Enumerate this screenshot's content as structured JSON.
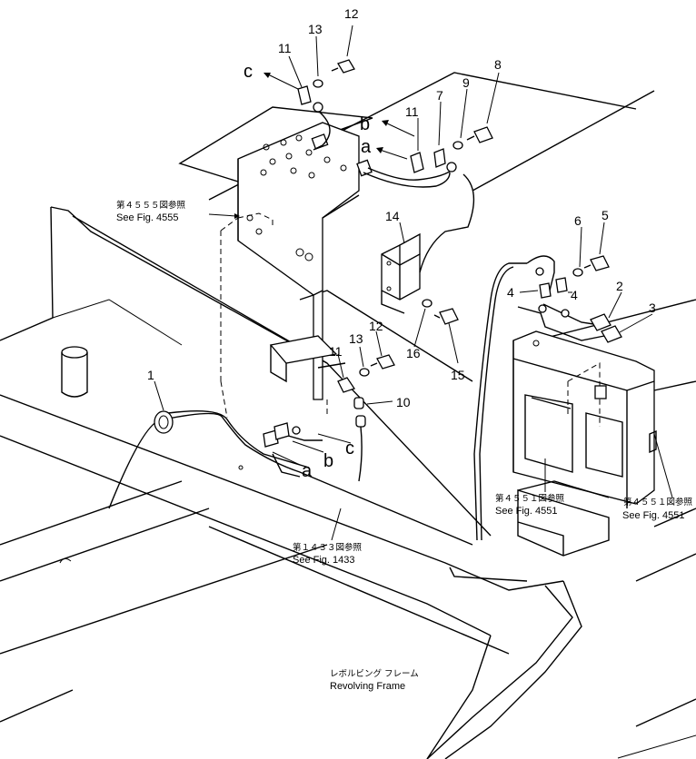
{
  "callouts": {
    "c1": "1",
    "c2": "2",
    "c3": "3",
    "c4a": "4",
    "c4b": "4",
    "c5": "5",
    "c6": "6",
    "c7": "7",
    "c8": "8",
    "c9": "9",
    "c10": "10",
    "c11a": "11",
    "c11b": "11",
    "c11c": "11",
    "c12a": "12",
    "c12b": "12",
    "c13a": "13",
    "c13b": "13",
    "c14": "14",
    "c15": "15",
    "c16": "16"
  },
  "letters": {
    "c_top": "c",
    "b_top": "b",
    "a_top": "a",
    "c_bottom": "c",
    "b_bottom": "b",
    "a_bottom": "a"
  },
  "references": {
    "fig4555_jp": "第４５５５図参照",
    "fig4555_en": "See Fig. 4555",
    "fig1433_jp": "第１４３３図参照",
    "fig1433_en": "See Fig. 1433",
    "fig4551a_jp": "第４５５１図参照",
    "fig4551a_en": "See Fig. 4551",
    "fig4551b_jp": "第４５５１図参照",
    "fig4551b_en": "See Fig. 4551",
    "frame_jp": "レボルビング フレーム",
    "frame_en": "Revolving Frame"
  }
}
